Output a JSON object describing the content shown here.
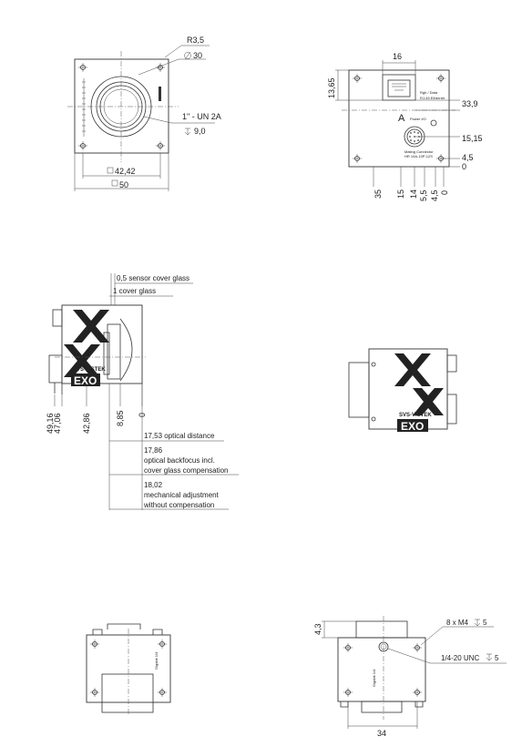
{
  "front_view": {
    "radius_label": "R3,5",
    "diameter_label": "30",
    "thread_label": "1\" - UN 2A",
    "depth_label": "9,0",
    "width_inner_label": "42,42",
    "width_outer_label": "50"
  },
  "rear_view": {
    "dim_top": "16",
    "dim_left": "13,65",
    "dim_right_1": "33,9",
    "dim_right_2": "15,15",
    "dim_right_3": "4,5",
    "dim_right_4": "0",
    "bottom_dims": [
      "35",
      "15",
      "14",
      "5,5",
      "4,5",
      "0"
    ],
    "marker_a": "A",
    "eth_label_1": "Rgh / Data",
    "eth_label_2": "RJ-45 Ethernet",
    "power_label": "Power I/O",
    "conn_label_1": "Mating Connector",
    "conn_label_2": "HR 10A-10P-12S"
  },
  "side_view": {
    "label_sensor_glass": "0,5 sensor cover glass",
    "label_cover_glass": "1 cover glass",
    "vertical_dims": [
      "49,16",
      "47,06",
      "42,86",
      "8,85",
      "0"
    ],
    "label_optical_distance": "17,53 optical distance",
    "backfocus_value": "17,86",
    "backfocus_line1": "optical backfocus incl.",
    "backfocus_line2": "cover glass compensation",
    "mech_value": "18,02",
    "mech_line1": "mechanical adjustment",
    "mech_line2": "without compensation",
    "brand": "SVS-VISTEK",
    "model": "EXO"
  },
  "iso_view": {
    "brand": "SVS-VISTEK",
    "model": "EXO"
  },
  "top_view": {
    "tiny_label": "Gigabit 1/4"
  },
  "bottom_view": {
    "dim_left": "4,3",
    "label_thread": "8 x M4",
    "label_thread_depth": "5",
    "label_tripod": "1/4-20 UNC",
    "label_tripod_depth": "5",
    "dim_bottom": "34",
    "tiny_label": "Gigabit 1/4"
  }
}
